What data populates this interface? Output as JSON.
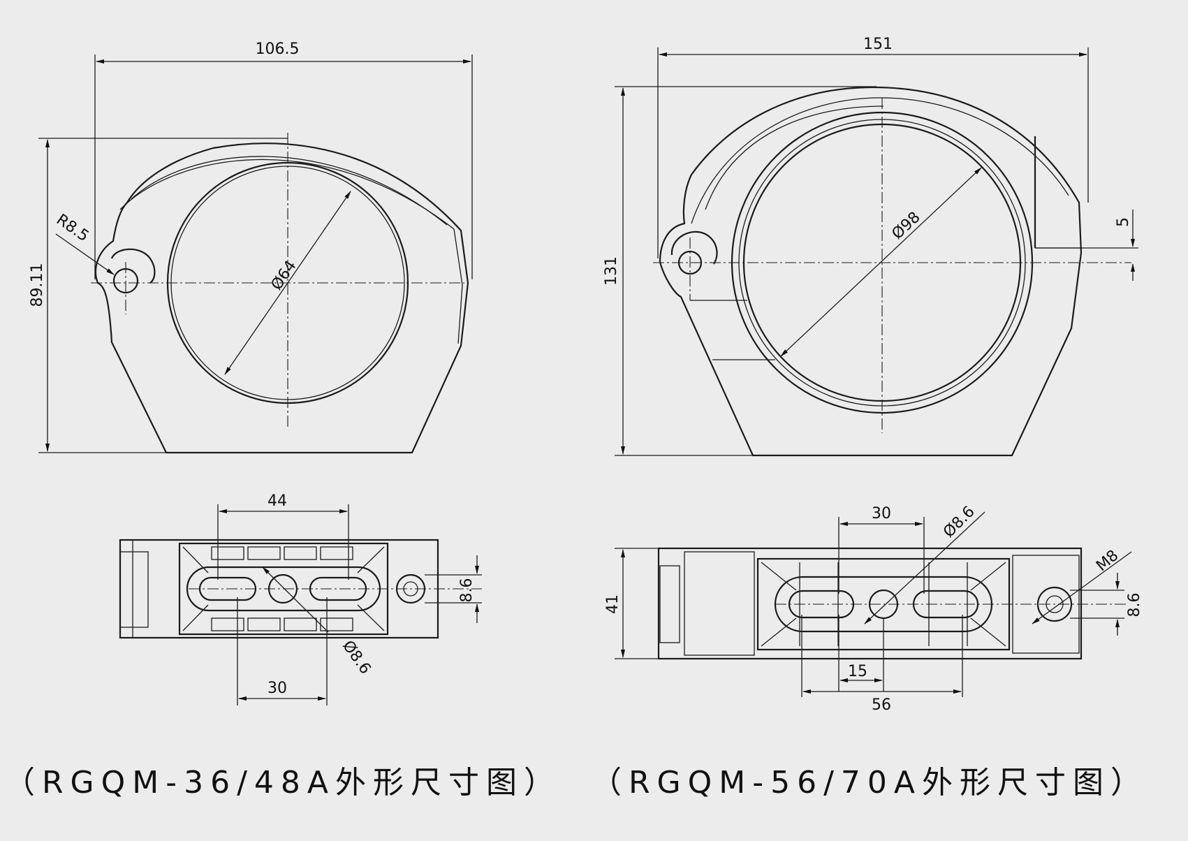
{
  "left": {
    "dims": {
      "width_top": "106.5",
      "height": "89.11",
      "radius": "R8.5",
      "bore": "Ø64",
      "slot_pitch": "44",
      "hole_offset": "30",
      "hole_dia": "Ø8.6",
      "hole_height": "8.6"
    },
    "caption": "（RGQM-36/48A外形尺寸图）"
  },
  "right": {
    "dims": {
      "width_top": "151",
      "height": "131",
      "bore": "Ø98",
      "step": "5",
      "hole_offset": "30",
      "hole_dia": "Ø8.6",
      "thread": "M8",
      "hole_height": "8.6",
      "side_height": "41",
      "half_pitch": "15",
      "slot_pitch": "56"
    },
    "caption": "（RGQM-56/70A外形尺寸图）"
  }
}
